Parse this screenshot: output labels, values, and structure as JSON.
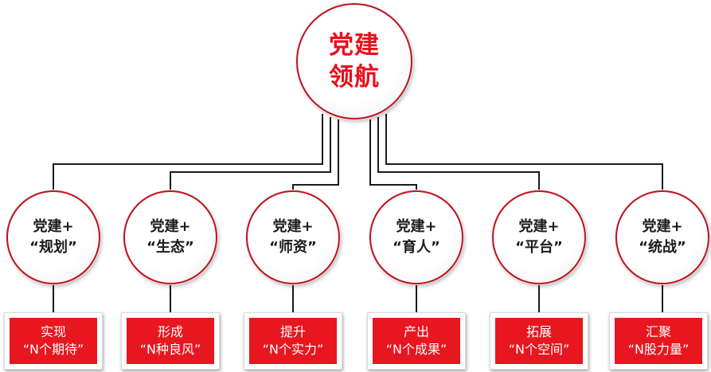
{
  "colors": {
    "accent_red": "#e8161f",
    "main_text_red": "#e8101c",
    "circle_border": "#c0121f",
    "line": "#1a1a1a"
  },
  "center": {
    "line1": "党建",
    "line2": "领航"
  },
  "branches": [
    {
      "circle_line1": "党建+",
      "circle_line2": "“规划”",
      "box_line1": "实现",
      "box_line2": "“N个期待”"
    },
    {
      "circle_line1": "党建+",
      "circle_line2": "“生态”",
      "box_line1": "形成",
      "box_line2": "“N种良风”"
    },
    {
      "circle_line1": "党建+",
      "circle_line2": "“师资”",
      "box_line1": "提升",
      "box_line2": "“N个实力”"
    },
    {
      "circle_line1": "党建+",
      "circle_line2": "“育人”",
      "box_line1": "产出",
      "box_line2": "“N个成果”"
    },
    {
      "circle_line1": "党建+",
      "circle_line2": "“平台”",
      "box_line1": "拓展",
      "box_line2": "“N个空间”"
    },
    {
      "circle_line1": "党建+",
      "circle_line2": "“统战”",
      "box_line1": "汇聚",
      "box_line2": "“N股力量”"
    }
  ]
}
